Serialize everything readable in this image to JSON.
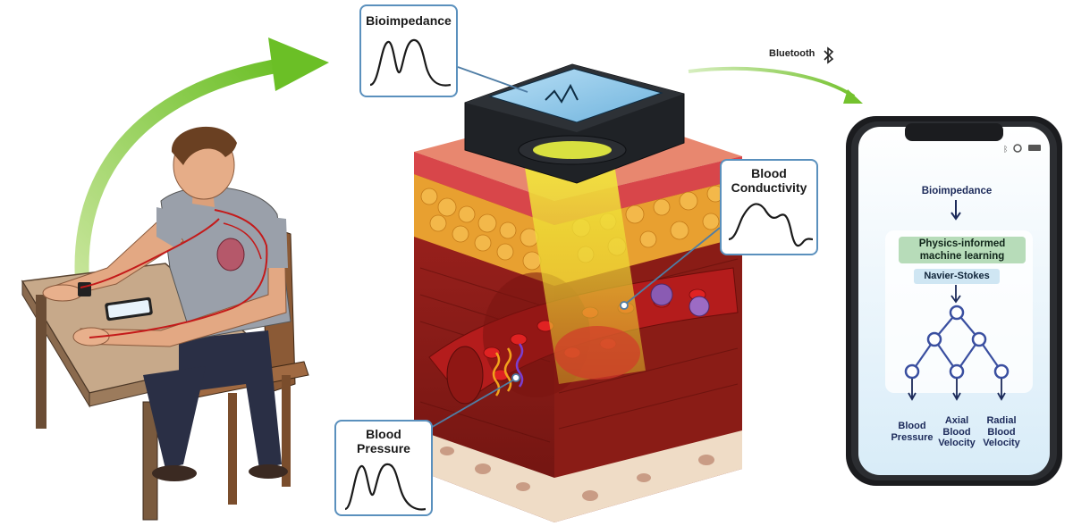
{
  "cards": {
    "bioimpedance": "Bioimpedance",
    "blood_conductivity": "Blood\nConductivity",
    "blood_pressure": "Blood\nPressure"
  },
  "bluetooth_label": "Bluetooth",
  "phone": {
    "input_label": "Bioimpedance",
    "model_label": "Physics-informed\nmachine learning",
    "constraint_label": "Navier-Stokes",
    "outputs": [
      "Blood\nPressure",
      "Axial\nBlood\nVelocity",
      "Radial\nBlood\nVelocity"
    ]
  },
  "colors": {
    "card_border": "#5a90bd",
    "arrow_green": "#7cc233",
    "network_node": "#3a4fa0",
    "ml_box": "#b7dcb9",
    "ns_box": "#cfe6f3"
  }
}
